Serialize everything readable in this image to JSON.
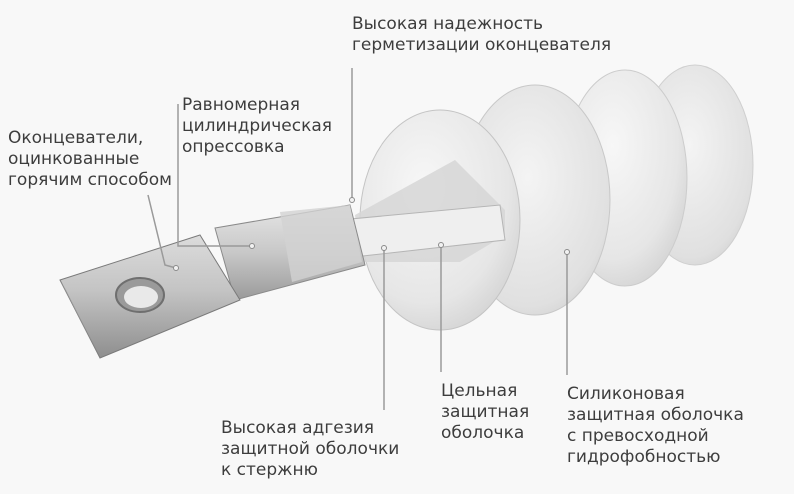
{
  "labels": {
    "sealing": [
      "Высокая надежность",
      "герметизации оконцевателя"
    ],
    "crimping": [
      "Равномерная",
      "цилиндрическая",
      "опрессовка"
    ],
    "end_fittings": [
      "Оконцеватели,",
      "оцинкованные",
      "горячим способом"
    ],
    "adhesion": [
      "Высокая адгезия",
      "защитной оболочки",
      "к стержню"
    ],
    "one_piece": [
      "Цельная",
      "защитная",
      "оболочка"
    ],
    "silicone": [
      "Силиконовая",
      "защитная оболочка",
      "с превосходной",
      "гидрофобностью"
    ]
  },
  "colors": {
    "metal_light": "#e4e4e4",
    "metal_mid": "#b9b9b9",
    "metal_dark": "#8a8a8a",
    "shed": "#ededed",
    "shed_shadow": "#c9c9c9",
    "leader": "#9a9a9a",
    "text": "#3d3d3d"
  }
}
